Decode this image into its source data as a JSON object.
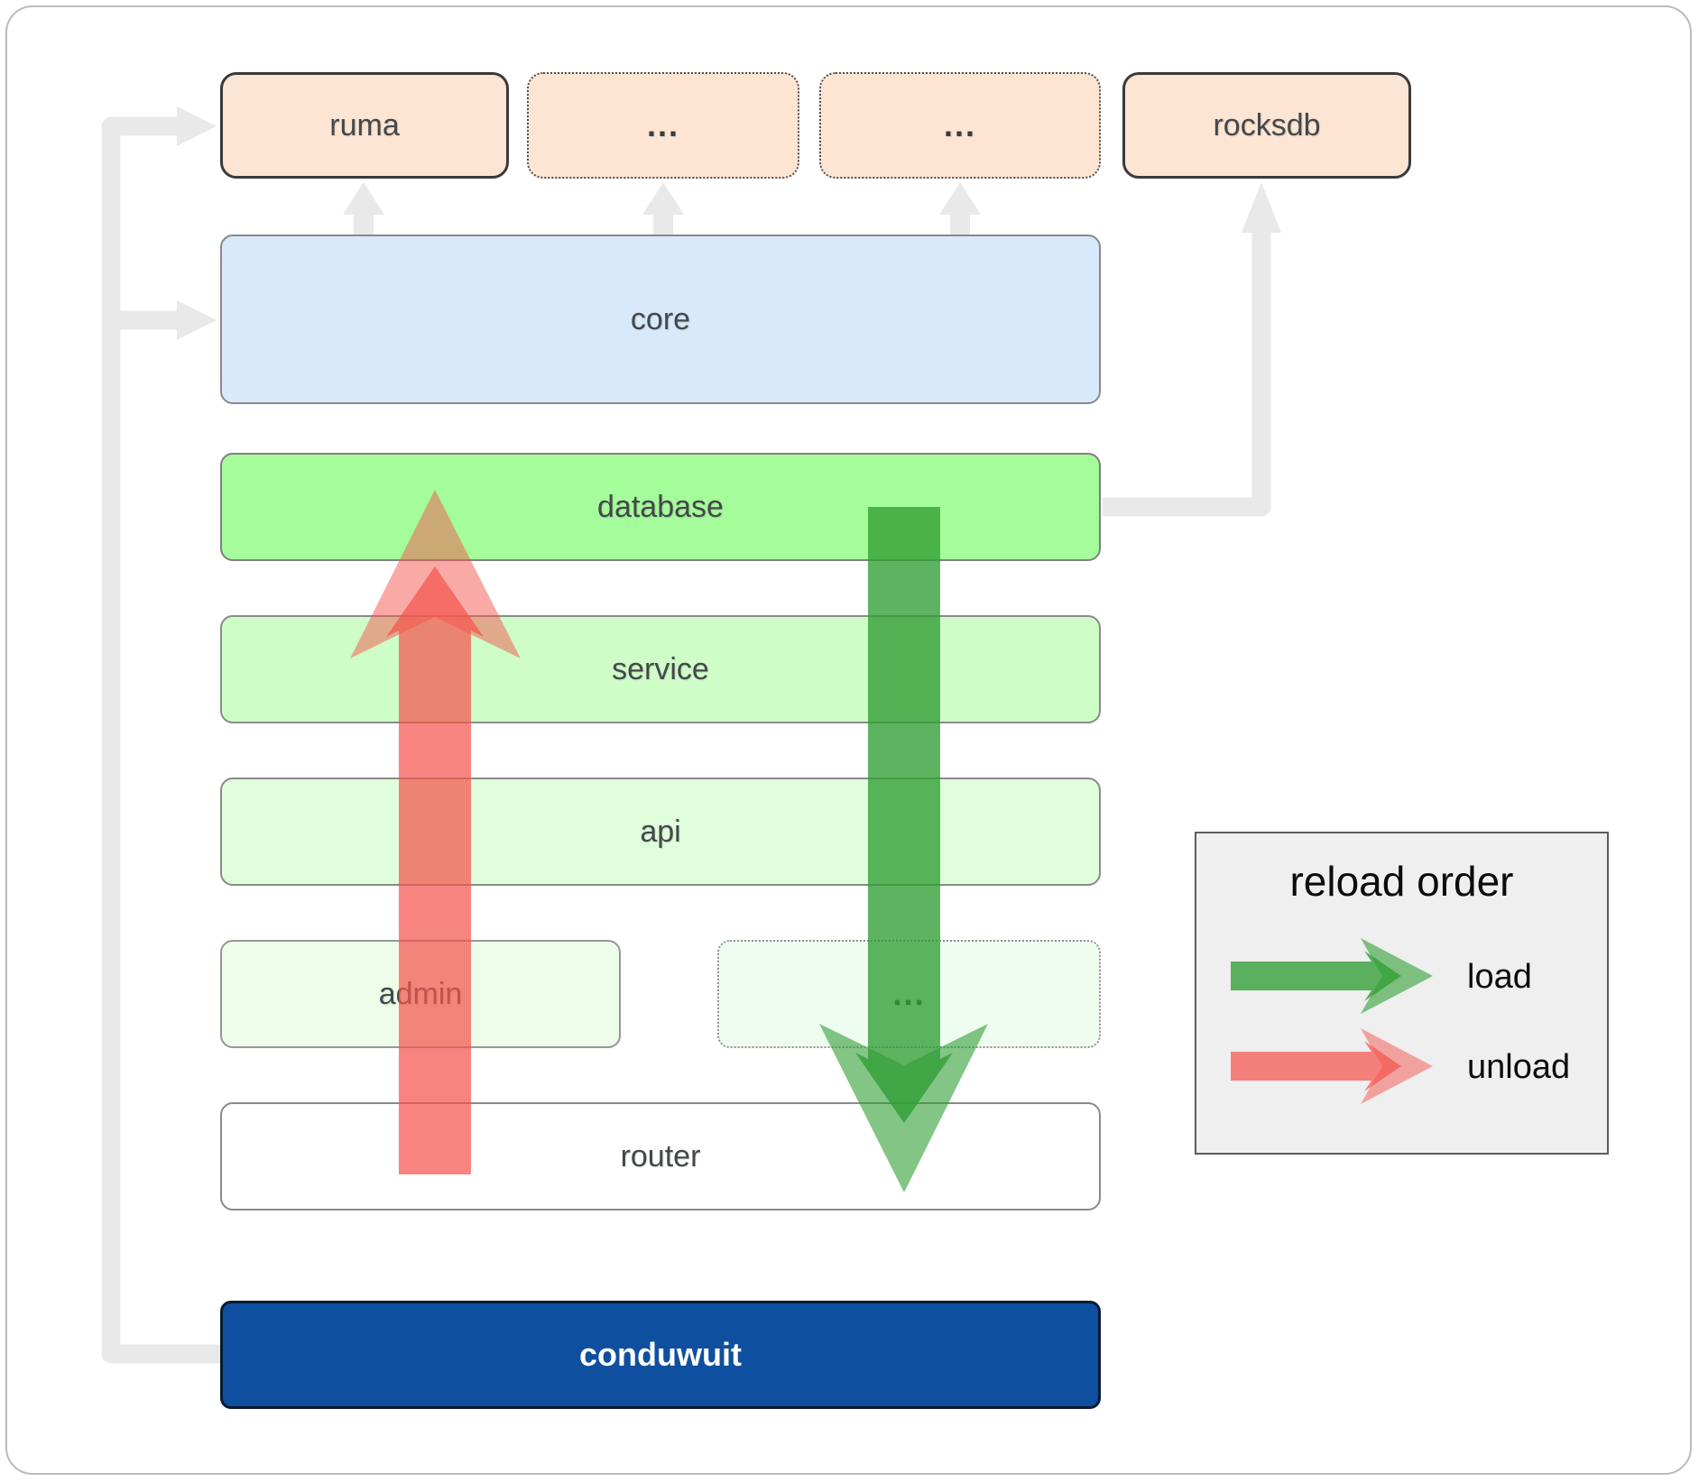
{
  "diagram": {
    "external_row": [
      {
        "label": "ruma",
        "border": "solid"
      },
      {
        "label": "...",
        "border": "dotted"
      },
      {
        "label": "...",
        "border": "dotted"
      },
      {
        "label": "rocksdb",
        "border": "solid"
      }
    ],
    "core": {
      "label": "core",
      "color": "#d7e9fb"
    },
    "database": {
      "label": "database",
      "color": "#a5fc9b"
    },
    "service": {
      "label": "service",
      "color": "#cffdc8"
    },
    "api": {
      "label": "api",
      "color": "#e0fedc"
    },
    "admin": {
      "label": "admin",
      "color": "#edfdea"
    },
    "admin_more": {
      "label": "...",
      "color": "#effdf1"
    },
    "router": {
      "label": "router",
      "color": "#ffffff"
    },
    "app": {
      "label": "conduwuit",
      "color": "#0f4f9f"
    }
  },
  "legend": {
    "title": "reload order",
    "items": [
      {
        "label": "load",
        "color": "#2f9e33"
      },
      {
        "label": "unload",
        "color": "#f4554d"
      }
    ]
  },
  "arrows": {
    "load_color": "#2f9e33",
    "unload_color": "#f4554d",
    "connector_color": "#e9e9e9"
  }
}
